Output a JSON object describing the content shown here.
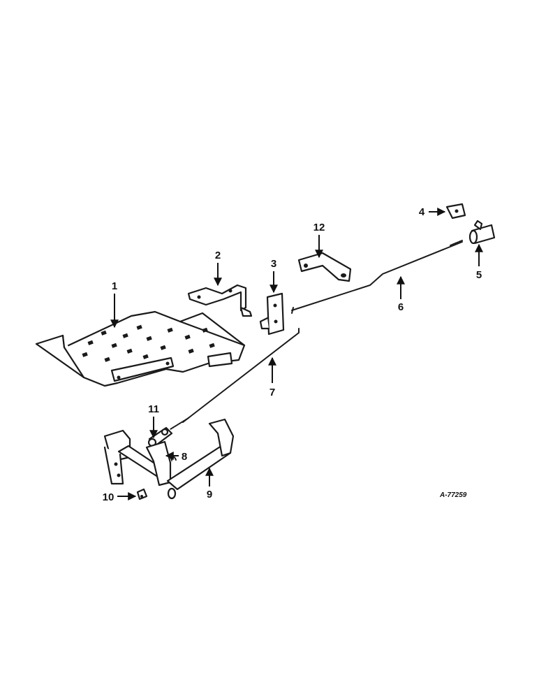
{
  "callouts": {
    "c1": "1",
    "c2": "2",
    "c3": "3",
    "c4": "4",
    "c5": "5",
    "c6": "6",
    "c7": "7",
    "c8": "8",
    "c9": "9",
    "c10": "10",
    "c11": "11",
    "c12": "12"
  },
  "reference_number": "A-77259",
  "colors": {
    "ink": "#1a1a1a",
    "paper": "#ffffff"
  }
}
